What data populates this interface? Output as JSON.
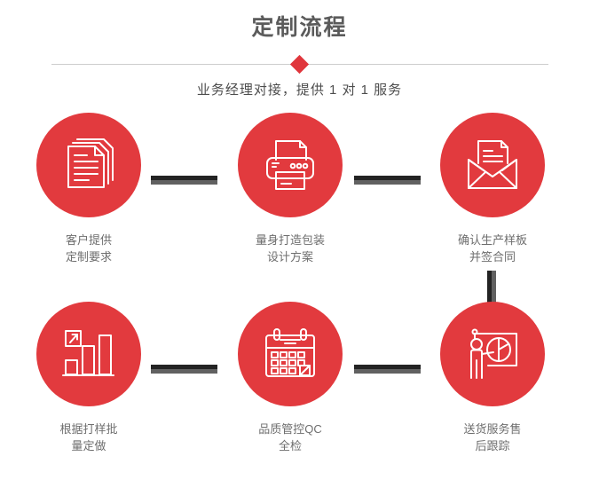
{
  "header": {
    "title": "定制流程",
    "subtitle": "业务经理对接，提供 1 对 1 服务",
    "accent_color": "#e23a3e",
    "title_color": "#5b5b5b",
    "divider_color": "#cdcdcd"
  },
  "flow": {
    "connector_dark": "#232323",
    "connector_light": "#616161",
    "steps": [
      {
        "index": "1",
        "icon": "documents-stack-icon",
        "label": "客户提供\n定制要求"
      },
      {
        "index": "2",
        "icon": "printer-icon",
        "label": "量身打造包装\n设计方案"
      },
      {
        "index": "3",
        "icon": "open-envelope-letter-icon",
        "label": "确认生产样板\n并签合同"
      },
      {
        "index": "4",
        "icon": "bar-chart-growth-icon",
        "label": "根据打样批\n量定做"
      },
      {
        "index": "5",
        "icon": "calendar-check-icon",
        "label": "品质管控QC\n全检"
      },
      {
        "index": "6",
        "icon": "presenter-pie-chart-icon",
        "label": "送货服务售\n后跟踪"
      }
    ]
  }
}
